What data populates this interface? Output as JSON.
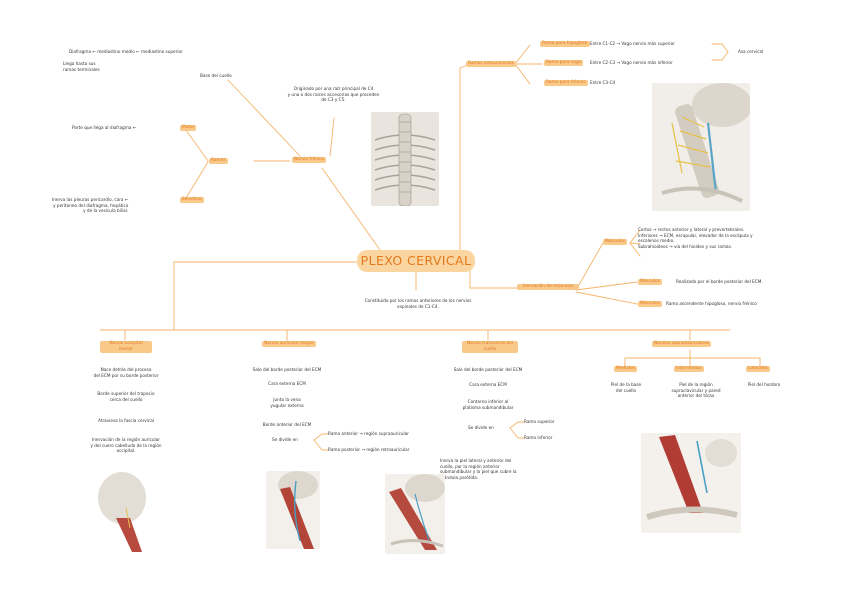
{
  "title": "PLEXO CERVICAL",
  "formation": "Constituido por los ramos anteriores de los nervios\nespinales de C1-C4.",
  "ramos_comunicantes": {
    "label": "Ramos comunicantes",
    "items": [
      {
        "badge": "Ramo para hipogloso",
        "text": "Entre C1-C2 →  Vago nervio más superior"
      },
      {
        "badge": "Ramo para vago",
        "text": "Entre C2-C3 →  Vago nervio más inferior"
      },
      {
        "badge": "Ramo para frénico",
        "text": "Entre C3-C4"
      }
    ],
    "note": "Asa cervical"
  },
  "nervio_frenico": {
    "label": "Nervio frénico",
    "origin": "Originado por una raíz principal de C4\ny una o dos raíces accesorias que proceden\nde C3 y C5.",
    "top_chain": {
      "left": "Diafragma  ←  mediastino medio  ←  mediastino superior",
      "sub_left": "Llega hasta sus\nramas terminales",
      "bottom": "Base del cuello"
    },
    "ramos_label": "Ramos",
    "branches": [
      {
        "label": "Motor",
        "text": "Parte que llega al diafragma  ←"
      },
      {
        "label": "Sensitivo",
        "text": "Inerva las pleuras pericardio, cara  ←\ny peritoneo del diafragma, hepático\ny de la vesícula biliar."
      }
    ]
  },
  "inervacion": {
    "label": "Inervación de músculos",
    "items": [
      {
        "badge": "Músculos",
        "text": "Cortos → rectos anterior y lateral y prevertebrales.\nInferiores → ECM, escapular, elevador de la escápula y\nescalenos medio.\nSubrahioideos → vía del hioides y sus ramas."
      },
      {
        "badge": "Músculos",
        "text": "Realizado por el borde posterior del ECM."
      },
      {
        "badge": "Músculos",
        "text": "Ramo ascendente  hipogloso, nervio frénico"
      }
    ]
  },
  "bottom_branches": [
    {
      "label": "Nervio occipital menor",
      "steps": [
        "Nace detrás del proceso\ndel ECM por su borde posterior",
        "Borde superior del trapecio\ncerca del cuello",
        "Atraviesa la fascia cervical"
      ],
      "note": "Inervación de la región auricular\ny del cuero cabelludo de la región\noccipital."
    },
    {
      "label": "Nervio auricular mayor",
      "steps": [
        "Sale del borde posterior del ECM",
        "Cara externa ECM",
        "Junto la vena\nyugular externa",
        "Borde anterior del ECM",
        "Se divide en"
      ],
      "split": [
        "Rama anterior → región supraauricular",
        "Rama posterior → región retroauricular"
      ]
    },
    {
      "label": "Nervio transverso del cuello",
      "steps": [
        "Sale del borde posterior del ECM",
        "Cara externa ECM",
        "Contorno inferior al\nplatisma submandibular",
        "Se divide en"
      ],
      "split": [
        "Ramo superior",
        "Ramo inferior"
      ],
      "note": "Inerva la piel lateral y anterior del\ncuello, por la región anterior\nsubmandibular y la piel que cubre la\nglándula parótida."
    },
    {
      "label": "Nervios supraclaviculares",
      "subs": [
        {
          "label": "Mediales",
          "text": "Piel de la base\ndel cuello"
        },
        {
          "label": "Intermedios",
          "text": "Piel de la región\nsupraclavicular y pared\nanterior del tórax"
        },
        {
          "label": "Laterales",
          "text": "Piel del hombro"
        }
      ]
    }
  ],
  "colors": {
    "accent": "#f2a64a",
    "highlight": "#f9c98a",
    "highlight_text": "#e07a1f",
    "line": "#f5b36a"
  }
}
